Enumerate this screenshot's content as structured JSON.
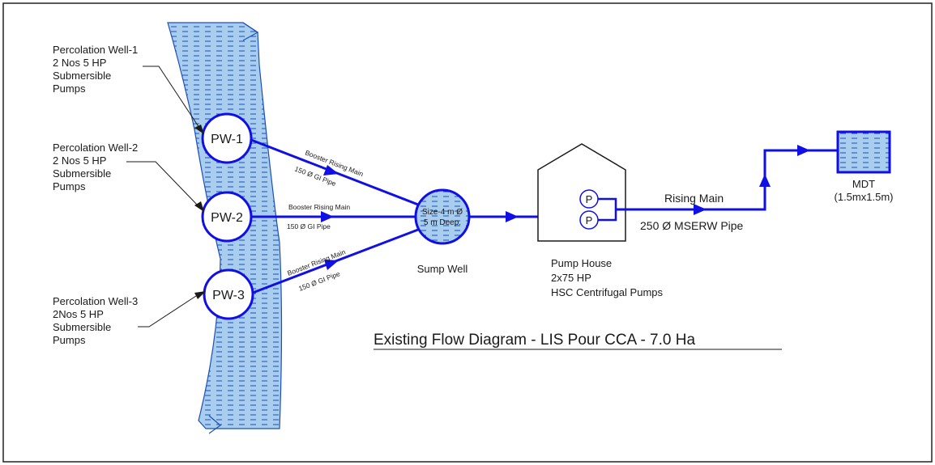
{
  "colors": {
    "pipe": "#1010e6",
    "water": "#a9cdee",
    "water_dash": "#1c4fb8",
    "outline": "#1a1a1a",
    "frame": "#222222"
  },
  "wells": [
    {
      "label": "PW-1",
      "note_lines": [
        "Percolation Well-1",
        "2 Nos 5 HP",
        "Submersible",
        "Pumps"
      ]
    },
    {
      "label": "PW-2",
      "note_lines": [
        "Percolation Well-2",
        "2 Nos 5 HP",
        "Submersible",
        "Pumps"
      ]
    },
    {
      "label": "PW-3",
      "note_lines": [
        "Percolation Well-3",
        "2Nos 5 HP",
        "Submersible",
        "Pumps"
      ]
    }
  ],
  "pipes": [
    {
      "line1": "Booster Rising Main",
      "line2": "150 Ø GI Pipe"
    },
    {
      "line1": "Booster Rising Main",
      "line2": "150 Ø GI Pipe"
    },
    {
      "line1": "Booster Rising Main",
      "line2": "150 Ø GI Pipe"
    }
  ],
  "sump": {
    "size_line1": "Size-4 m Ø",
    "size_line2": "5 m Deep.",
    "label": "Sump Well"
  },
  "pump_house": {
    "pump_symbol": "P",
    "label_lines": [
      "Pump House",
      "2x75 HP",
      "HSC Centrifugal Pumps"
    ]
  },
  "rising_main": {
    "label": "Rising Main",
    "pipe": "250 Ø MSERW Pipe"
  },
  "mdt": {
    "label": "MDT",
    "size": "(1.5mx1.5m)"
  },
  "title": "Existing Flow Diagram - LIS Pour CCA - 7.0 Ha"
}
